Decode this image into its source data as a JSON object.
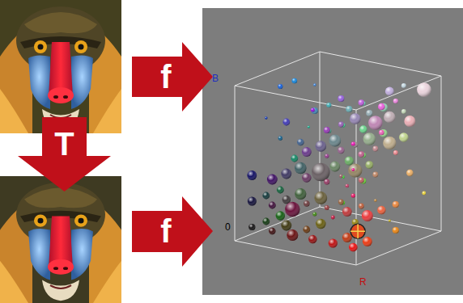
{
  "diagram": {
    "nodes": [
      {
        "text": [
          "f"
        ]
      },
      {
        "text": [
          "T"
        ]
      },
      {
        "text": [
          "f"
        ]
      }
    ],
    "labels": [
      "B",
      "0",
      "R"
    ]
  }
}
